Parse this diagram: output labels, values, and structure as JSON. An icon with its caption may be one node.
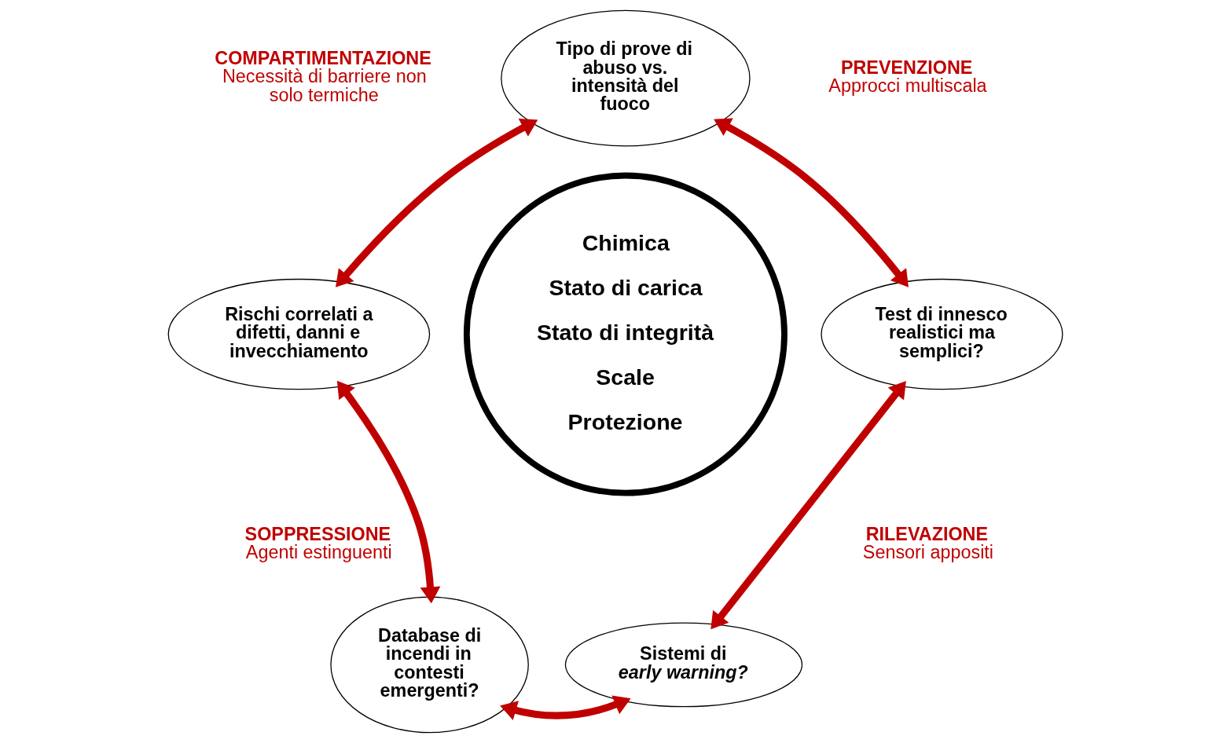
{
  "diagram": {
    "nodes": [
      {
        "text": [
          "Chimica",
          "Stato di carica",
          "Stato di integrità",
          "Scale",
          "Protezione"
        ]
      },
      {
        "text": [
          "Tipo di prove di abuso vs. intensità del fuoco"
        ]
      },
      {
        "text": [
          "Test di innesco realistici ma semplici?"
        ]
      },
      {
        "text": [
          "Sistemi di *early warning?*"
        ]
      },
      {
        "text": [
          "Database di incendi in contesti emergenti?"
        ]
      },
      {
        "text": [
          "Rischi correlati a difetti, danni e invecchiamento"
        ]
      }
    ],
    "edges": [
      {
        "from": 5,
        "to": 1,
        "arrow": "both"
      },
      {
        "from": 1,
        "to": 2,
        "arrow": "both"
      },
      {
        "from": 2,
        "to": 3,
        "arrow": "both"
      },
      {
        "from": 4,
        "to": 3,
        "arrow": "both"
      },
      {
        "from": 5,
        "to": 4,
        "arrow": "both"
      }
    ],
    "labels": [
      "COMPARTIMENTAZIONE",
      "Necessità di barriere non solo termiche",
      "PREVENZIONE",
      "Approcci multiscala",
      "SOPPRESSIONE",
      "Agenti estinguenti",
      "RILEVAZIONE",
      "Sensori appositi"
    ]
  }
}
